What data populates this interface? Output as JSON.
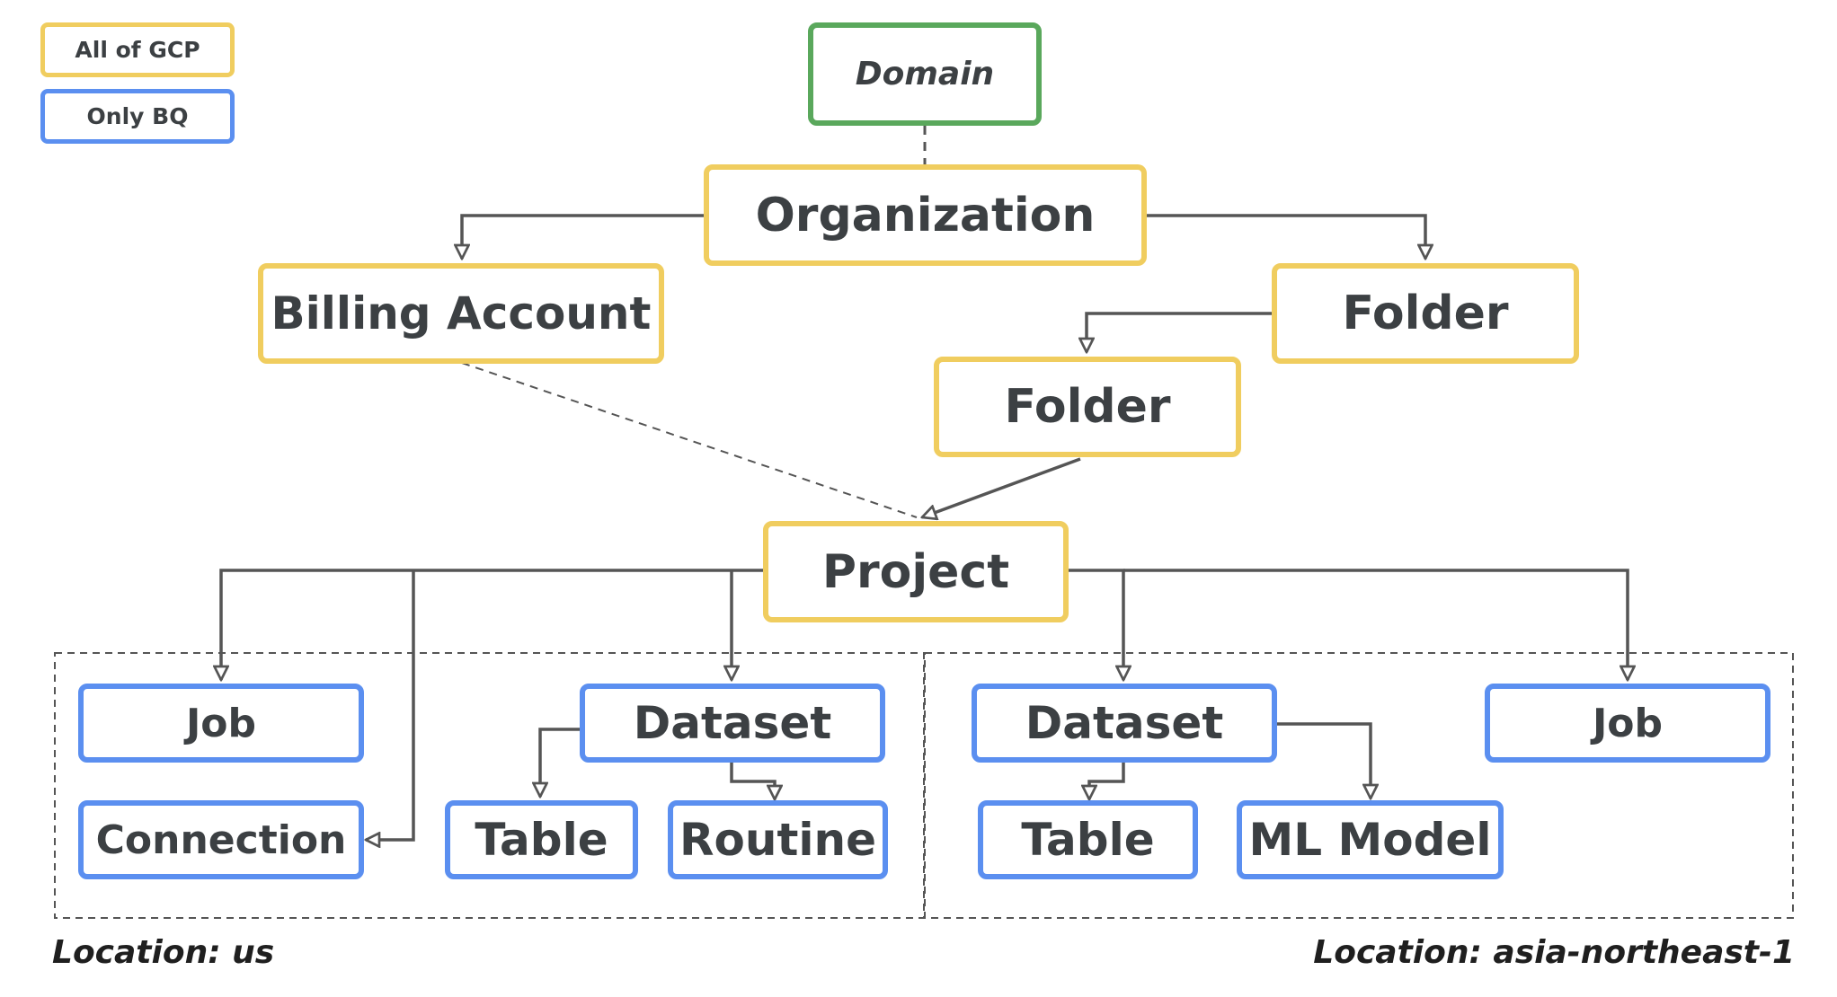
{
  "legend": {
    "all_gcp": "All of GCP",
    "only_bq": "Only BQ"
  },
  "colors": {
    "all_of_gcp": "#f0cd5f",
    "only_bq": "#5b8ff0",
    "domain": "#5aa85c",
    "line": "#555555",
    "text": "#3c4043"
  },
  "nodes": {
    "domain": "Domain",
    "organization": "Organization",
    "billing_account": "Billing Account",
    "folder_top": "Folder",
    "folder_sub": "Folder",
    "project": "Project",
    "us": {
      "job": "Job",
      "connection": "Connection",
      "dataset": "Dataset",
      "table": "Table",
      "routine": "Routine"
    },
    "asia": {
      "dataset": "Dataset",
      "table": "Table",
      "ml_model": "ML Model",
      "job": "Job"
    }
  },
  "locations": {
    "us": "Location: us",
    "asia": "Location: asia-northeast-1"
  }
}
